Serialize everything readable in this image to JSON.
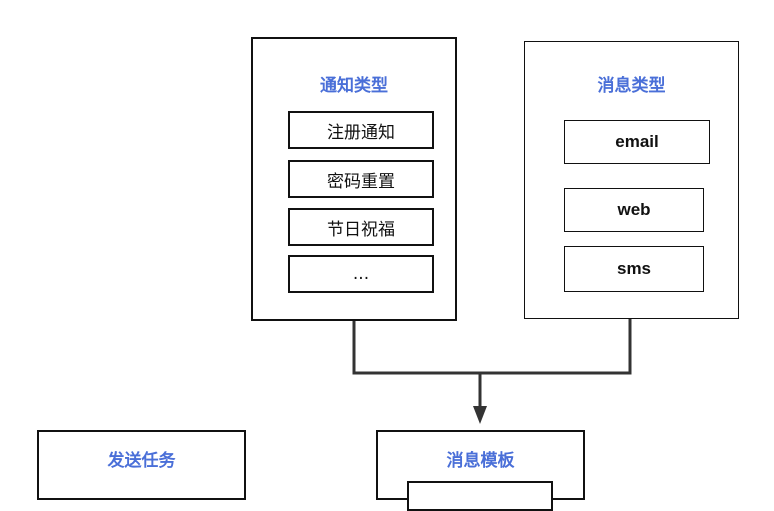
{
  "notification_types": {
    "title": "通知类型",
    "items": [
      "注册通知",
      "密码重置",
      "节日祝福",
      "..."
    ]
  },
  "message_types": {
    "title": "消息类型",
    "items": [
      "email",
      "web",
      "sms"
    ]
  },
  "send_task": {
    "title": "发送任务"
  },
  "message_template": {
    "title": "消息模板"
  },
  "colors": {
    "title": "#4a6fd8",
    "line": "#333333",
    "border": "#111111"
  }
}
